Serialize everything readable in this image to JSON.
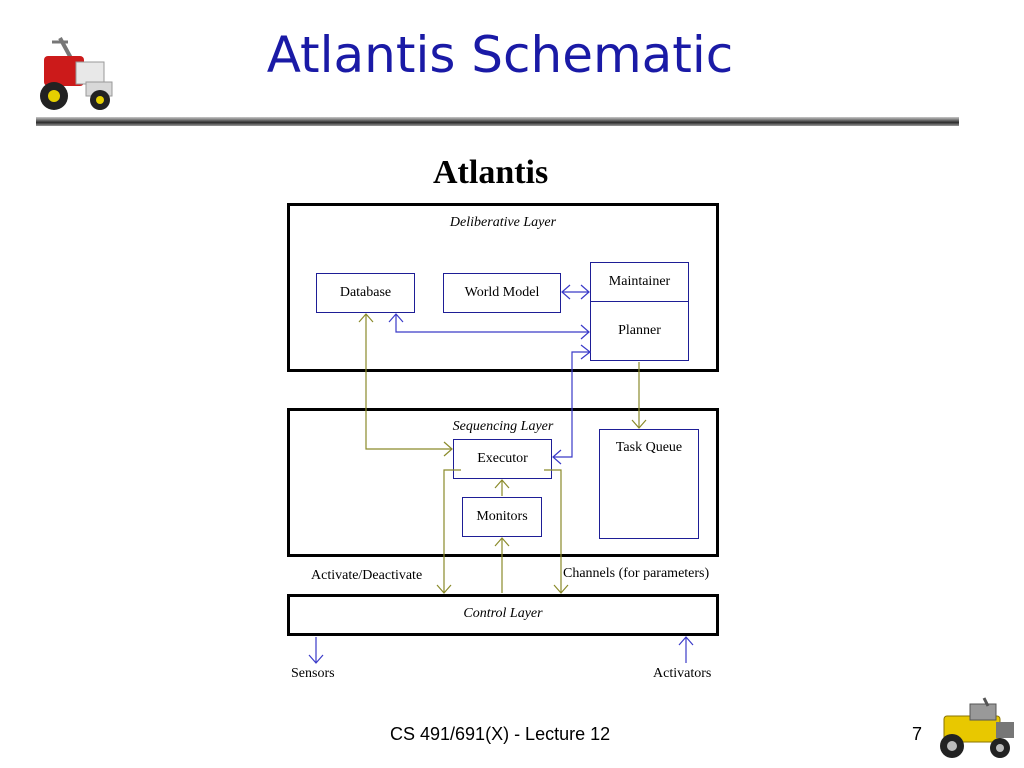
{
  "slide": {
    "title": "Atlantis Schematic",
    "footer": {
      "course": "CS 491/691(X) - Lecture 12",
      "page_number": "7"
    }
  },
  "diagram": {
    "heading": "Atlantis",
    "layers": {
      "deliberative": "Deliberative Layer",
      "sequencing": "Sequencing Layer",
      "control": "Control Layer"
    },
    "modules": {
      "database": "Database",
      "world_model": "World Model",
      "maintainer": "Maintainer",
      "planner": "Planner",
      "executor": "Executor",
      "monitors": "Monitors",
      "task_queue": "Task Queue"
    },
    "labels": {
      "activate_deactivate": "Activate/Deactivate",
      "channels": "Channels (for parameters)",
      "sensors": "Sensors",
      "activators": "Activators"
    }
  },
  "colors": {
    "title": "#1a1aa6",
    "module_border": "#1e1e96",
    "arrow_blue": "#3a3ac8",
    "arrow_olive": "#8a8a2a"
  },
  "icons": {
    "top_left": "robot-lawnmower-icon",
    "bottom_right": "yellow-robot-icon"
  }
}
